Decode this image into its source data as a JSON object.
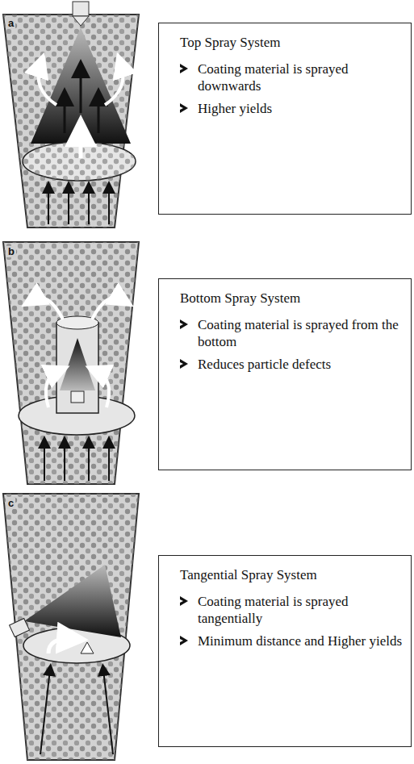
{
  "diagram": {
    "nodes": [
      {
        "text": [
          "Top Spray System",
          "Coating material is sprayed downwards",
          "Higher yields"
        ]
      },
      {
        "text": [
          "Bottom Spray System",
          "Coating material is sprayed from the bottom",
          "Reduces particle defects"
        ]
      },
      {
        "text": [
          "Tangential Spray System",
          "Coating material is sprayed tangentially",
          "Minimum distance and Higher yields"
        ]
      }
    ],
    "labels": [
      "a",
      "b",
      "c"
    ]
  }
}
